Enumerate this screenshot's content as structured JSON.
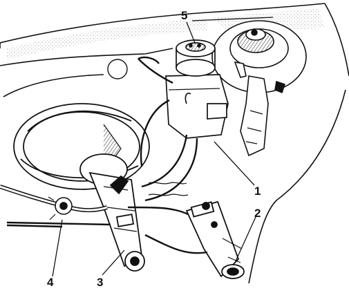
{
  "diagram": {
    "callouts": [
      {
        "id": "1",
        "label": "1"
      },
      {
        "id": "2",
        "label": "2"
      },
      {
        "id": "3",
        "label": "3"
      },
      {
        "id": "4",
        "label": "4"
      },
      {
        "id": "5",
        "label": "5"
      }
    ]
  },
  "colors": {
    "ink": "#111111",
    "paper": "#ffffff",
    "shade": "#d8d8d8"
  }
}
